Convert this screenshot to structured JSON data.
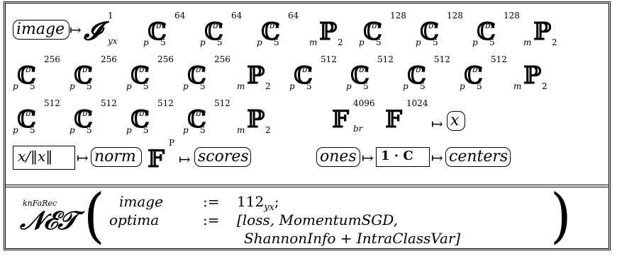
{
  "nodes": {
    "image": "image",
    "x": "x",
    "norm_in": "x/‖x‖",
    "norm": "norm",
    "scores": "scores",
    "ones": "ones",
    "mult": "1 · C",
    "centers": "centers"
  },
  "ident": {
    "base": "𝓘",
    "sup": "1",
    "sub": "yx"
  },
  "conv": {
    "base": "ℂ",
    "inner": "br",
    "pre": "p",
    "sub": "5"
  },
  "pool": {
    "base": "ℙ",
    "pre": "m",
    "sub": "2"
  },
  "row1": {
    "c64": "64",
    "c128": "128"
  },
  "row2": {
    "c256": "256",
    "c512": "512"
  },
  "row3": {
    "c512": "512"
  },
  "fc": {
    "base": "𝔽",
    "sup1": "4096",
    "sub1": "br",
    "sup2": "1024",
    "supP": "P"
  },
  "net": {
    "name": "𝒩ℰ𝒯",
    "tag": "knFaRec",
    "p1_name": "image",
    "assign": ":=",
    "p1_value": "112",
    "p1_sub": "yx",
    "p1_end": ";",
    "p2_name": "optima",
    "p2_value_line1": "[loss, MomentumSGD,",
    "p2_value_line2": "ShannonInfo + IntraClassVar]"
  },
  "arrow": "↦"
}
